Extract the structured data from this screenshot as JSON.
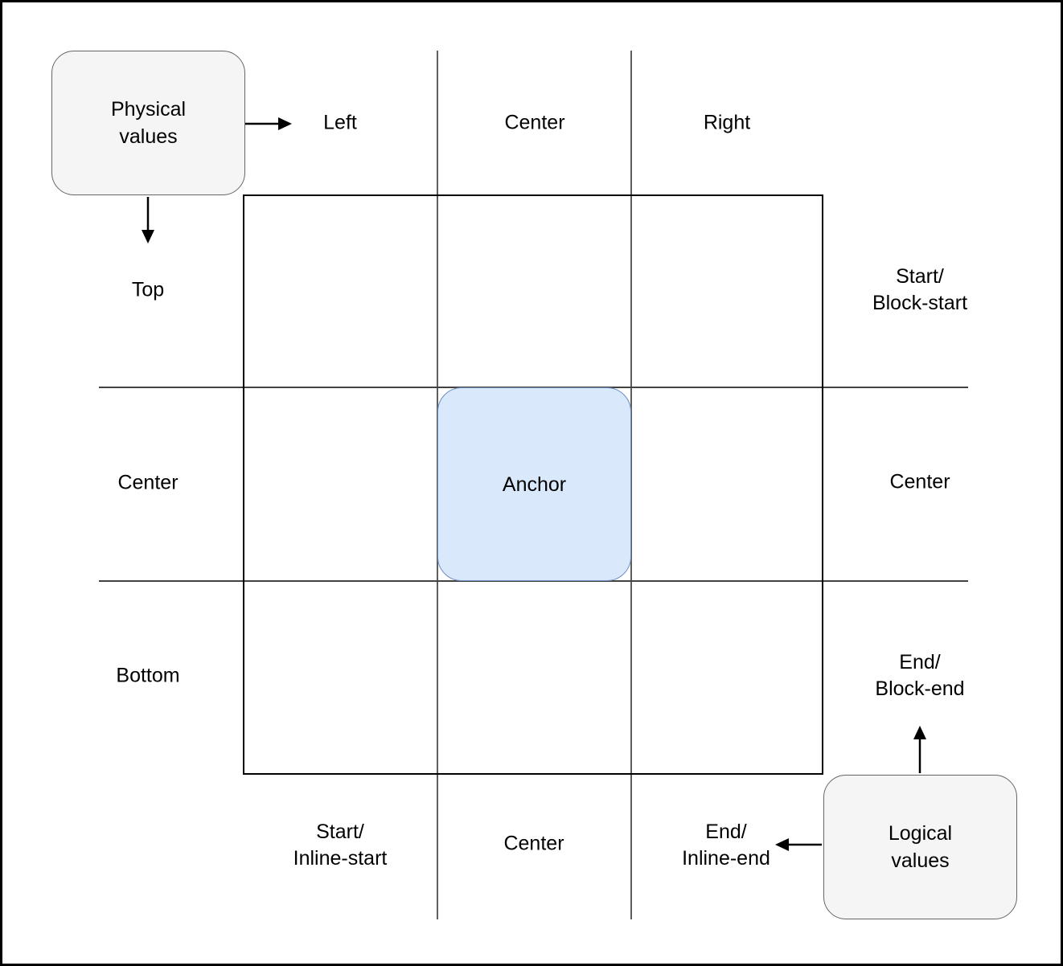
{
  "boxes": {
    "physical": {
      "l1": "Physical",
      "l2": "values"
    },
    "logical": {
      "l1": "Logical",
      "l2": "values"
    },
    "anchor": {
      "label": "Anchor"
    }
  },
  "labels": {
    "top": {
      "left": "Left",
      "center": "Center",
      "right": "Right"
    },
    "left": {
      "top": "Top",
      "center": "Center",
      "bottom": "Bottom"
    },
    "right": {
      "start": {
        "l1": "Start/",
        "l2": "Block-start"
      },
      "center": "Center",
      "end": {
        "l1": "End/",
        "l2": "Block-end"
      }
    },
    "bottom": {
      "start": {
        "l1": "Start/",
        "l2": "Inline-start"
      },
      "center": "Center",
      "end": {
        "l1": "End/",
        "l2": "Inline-end"
      }
    }
  },
  "colors": {
    "anchor_fill": "#dae8fc",
    "anchor_stroke": "#6c8ebf",
    "box_fill": "#f5f5f5",
    "box_stroke": "#666666",
    "grid_line_v": "#5e5e5e",
    "grid_line_h": "#424242",
    "shape_stroke": "#000000",
    "arrow_color": "#000000"
  }
}
